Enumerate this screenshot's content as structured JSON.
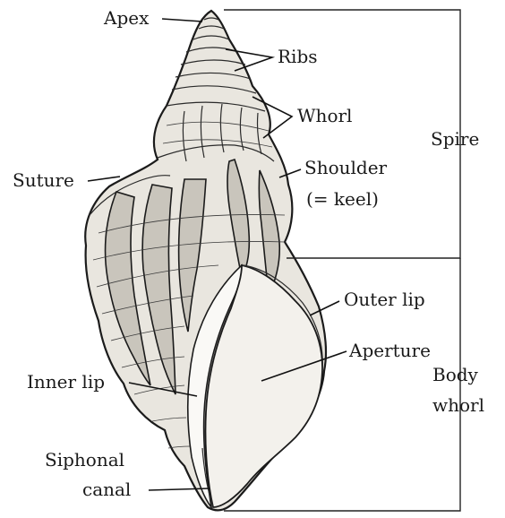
{
  "labels": {
    "apex": "Apex",
    "ribs": "Ribs",
    "whorl": "Whorl",
    "spire": "Spire",
    "suture": "Suture",
    "shoulder": "Shoulder",
    "keel": "(= keel)",
    "outer_lip": "Outer lip",
    "aperture": "Aperture",
    "inner_lip": "Inner lip",
    "body_whorl_1": "Body",
    "body_whorl_2": "whorl",
    "siphonal_1": "Siphonal",
    "siphonal_2": "canal"
  },
  "colors": {
    "line": "#111111",
    "shell_fill": "#e9e6df",
    "shell_shade": "#c9c5bc",
    "aperture_fill": "#f3f1ec"
  }
}
